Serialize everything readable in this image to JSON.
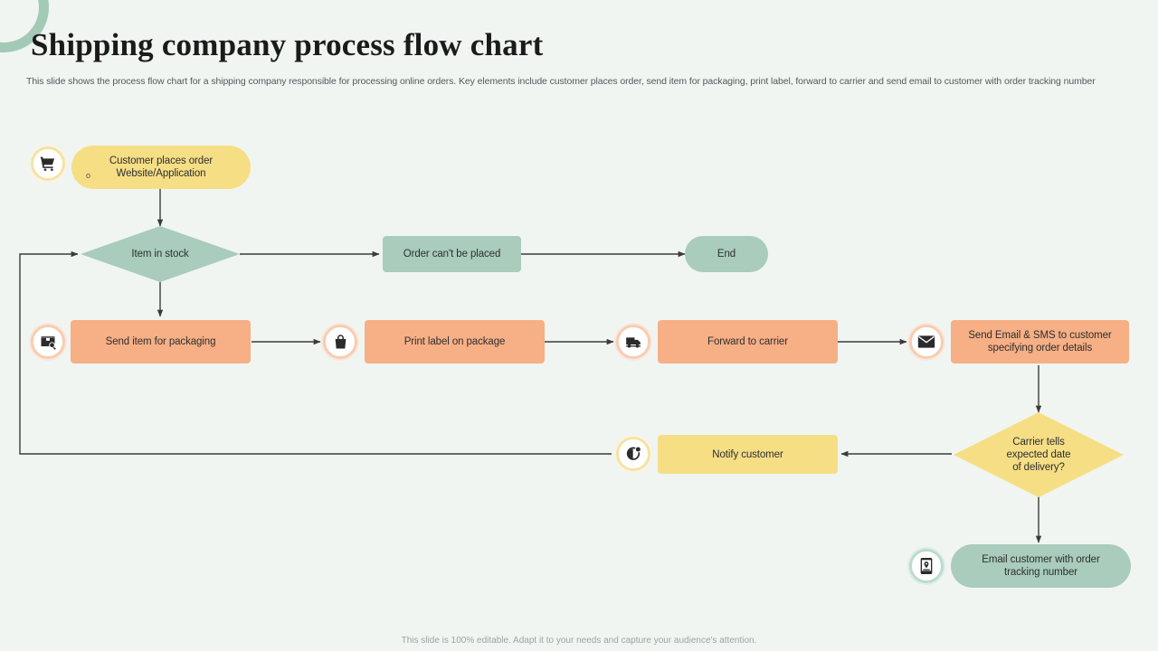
{
  "slide": {
    "title": "Shipping company process flow chart",
    "subtitle": "This slide shows the process flow chart for a shipping company responsible for processing online orders. Key elements include customer places order, send item for packaging, print label, forward to carrier and send email to customer with order tracking number",
    "footer": "This slide is 100% editable. Adapt it to your needs and capture your audience's attention.",
    "background_color": "#f0f5f2"
  },
  "palette": {
    "yellow": "#f6de85",
    "green": "#a9ccbc",
    "orange": "#f7af85",
    "connector": "#3b3b3b",
    "text": "#2d2f30",
    "subtitle_text": "#55595b",
    "footer_text": "#9aa4a4"
  },
  "chart_data": {
    "type": "diagram",
    "diagram_kind": "process-flow-chart",
    "title": "Shipping company process flow chart",
    "nodes": [
      {
        "id": "n1",
        "label": "Customer places order Website/Application",
        "line1": "Customer places order",
        "line2": "Website/Application",
        "shape": "pill",
        "color": "#f6de85",
        "icon": "shopping-cart-icon"
      },
      {
        "id": "n2",
        "label": "Item in stock",
        "shape": "diamond",
        "color": "#a9ccbc",
        "icon": null
      },
      {
        "id": "n3",
        "label": "Order can't be placed",
        "shape": "rect",
        "color": "#a9ccbc",
        "icon": null
      },
      {
        "id": "n4",
        "label": "End",
        "shape": "pill",
        "color": "#a9ccbc",
        "icon": null
      },
      {
        "id": "n5",
        "label": "Send item for packaging",
        "shape": "rect",
        "color": "#f7af85",
        "icon": "package-box-icon"
      },
      {
        "id": "n6",
        "label": "Print label on package",
        "shape": "rect",
        "color": "#f7af85",
        "icon": "shopping-bag-icon"
      },
      {
        "id": "n7",
        "label": "Forward to carrier",
        "shape": "rect",
        "color": "#f7af85",
        "icon": "delivery-truck-icon"
      },
      {
        "id": "n8",
        "label": "Send Email & SMS to customer specifying order details",
        "line1": "Send Email & SMS to customer",
        "line2": "specifying order details",
        "shape": "rect",
        "color": "#f7af85",
        "icon": "envelope-icon"
      },
      {
        "id": "n9",
        "label": "Carrier tells expected date of delivery?",
        "line1": "Carrier tells",
        "line2": "expected date",
        "line3": "of delivery?",
        "shape": "diamond",
        "color": "#f6de85",
        "icon": null
      },
      {
        "id": "n10",
        "label": "Notify customer",
        "shape": "rect",
        "color": "#f6de85",
        "icon": "notification-bell-icon"
      },
      {
        "id": "n11",
        "label": "Email customer with order tracking number",
        "line1": "Email customer with order",
        "line2": "tracking number",
        "shape": "pill",
        "color": "#a9ccbc",
        "icon": "mobile-tracking-icon"
      }
    ],
    "edges": [
      {
        "from": "n1",
        "to": "n2",
        "label": ""
      },
      {
        "from": "n2",
        "to": "n3",
        "label": ""
      },
      {
        "from": "n3",
        "to": "n4",
        "label": ""
      },
      {
        "from": "n2",
        "to": "n5",
        "label": ""
      },
      {
        "from": "n5",
        "to": "n6",
        "label": ""
      },
      {
        "from": "n6",
        "to": "n7",
        "label": ""
      },
      {
        "from": "n7",
        "to": "n8",
        "label": ""
      },
      {
        "from": "n8",
        "to": "n9",
        "label": ""
      },
      {
        "from": "n9",
        "to": "n10",
        "label": ""
      },
      {
        "from": "n9",
        "to": "n11",
        "label": ""
      },
      {
        "from": "n10",
        "to": "n2",
        "label": ""
      }
    ]
  }
}
